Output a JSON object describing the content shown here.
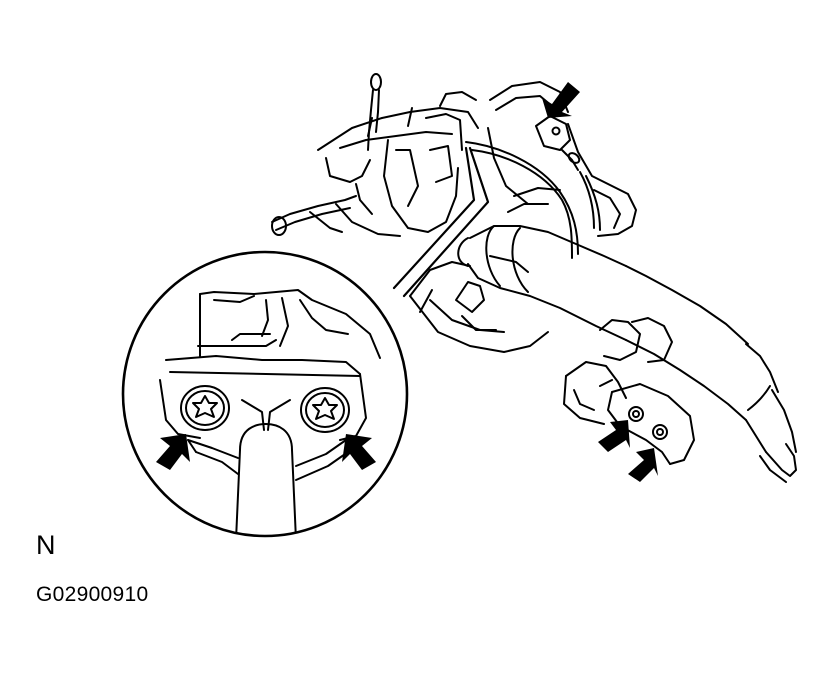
{
  "figure": {
    "view_label": "N",
    "figure_code": "G02900910"
  },
  "callouts": [
    {
      "id": "top-connector-arrow"
    },
    {
      "id": "lower-bracket-arrow-left"
    },
    {
      "id": "lower-bracket-arrow-right"
    },
    {
      "id": "detail-bolt-arrow-left"
    },
    {
      "id": "detail-bolt-arrow-right"
    }
  ],
  "colors": {
    "line": "#000000",
    "background": "#ffffff"
  }
}
